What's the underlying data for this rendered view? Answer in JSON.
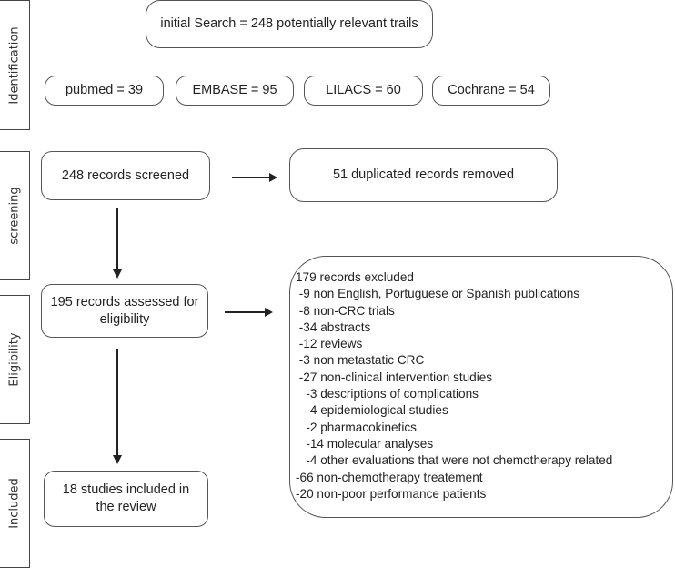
{
  "stages": {
    "identification": "Identification",
    "screening": "screening",
    "eligibility": "Eligibility",
    "included": "Included"
  },
  "identification": {
    "initial_search": "initial Search = 248 potentially relevant trails",
    "sources": [
      "pubmed = 39",
      "EMBASE = 95",
      "LILACS = 60",
      "Cochrane = 54"
    ]
  },
  "screening": {
    "screened": "248 records screened",
    "removed": "51 duplicated records removed"
  },
  "eligibility": {
    "assessed": "195 records assessed for eligibility",
    "excluded_title": "179 records excluded",
    "excluded_items": [
      " -9 non English, Portuguese or Spanish publications",
      " -8 non-CRC trials",
      " -34 abstracts",
      " -12 reviews",
      " -3 non metastatic CRC",
      " -27 non-clinical intervention studies",
      "   -3 descriptions of complications",
      "   -4 epidemiological studies",
      "   -2 pharmacokinetics",
      "   -14 molecular analyses",
      "   -4 other evaluations that were not chemotherapy related",
      "-66 non-chemotherapy treatement",
      "-20 non-poor performance patients"
    ]
  },
  "included": {
    "studies": "18 studies included in the review"
  }
}
